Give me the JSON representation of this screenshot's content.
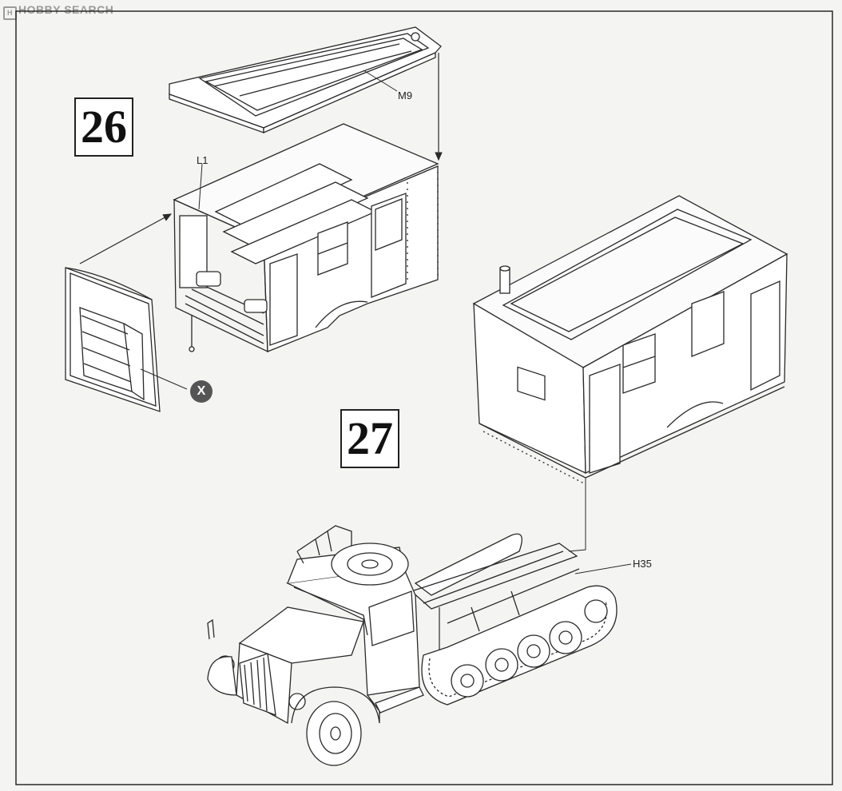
{
  "watermark": {
    "logo_glyph": "H",
    "text": "HOBBY SEARCH"
  },
  "steps": [
    {
      "id": "step-26",
      "number": "26"
    },
    {
      "id": "step-27",
      "number": "27"
    }
  ],
  "parts": {
    "m9": "M9",
    "l1": "L1",
    "h35": "H35"
  },
  "remove_marker": "X",
  "colors": {
    "line": "#2a2a2a",
    "paper": "#f4f4f2",
    "fill": "#ffffff",
    "remove_marker": "#555555"
  }
}
